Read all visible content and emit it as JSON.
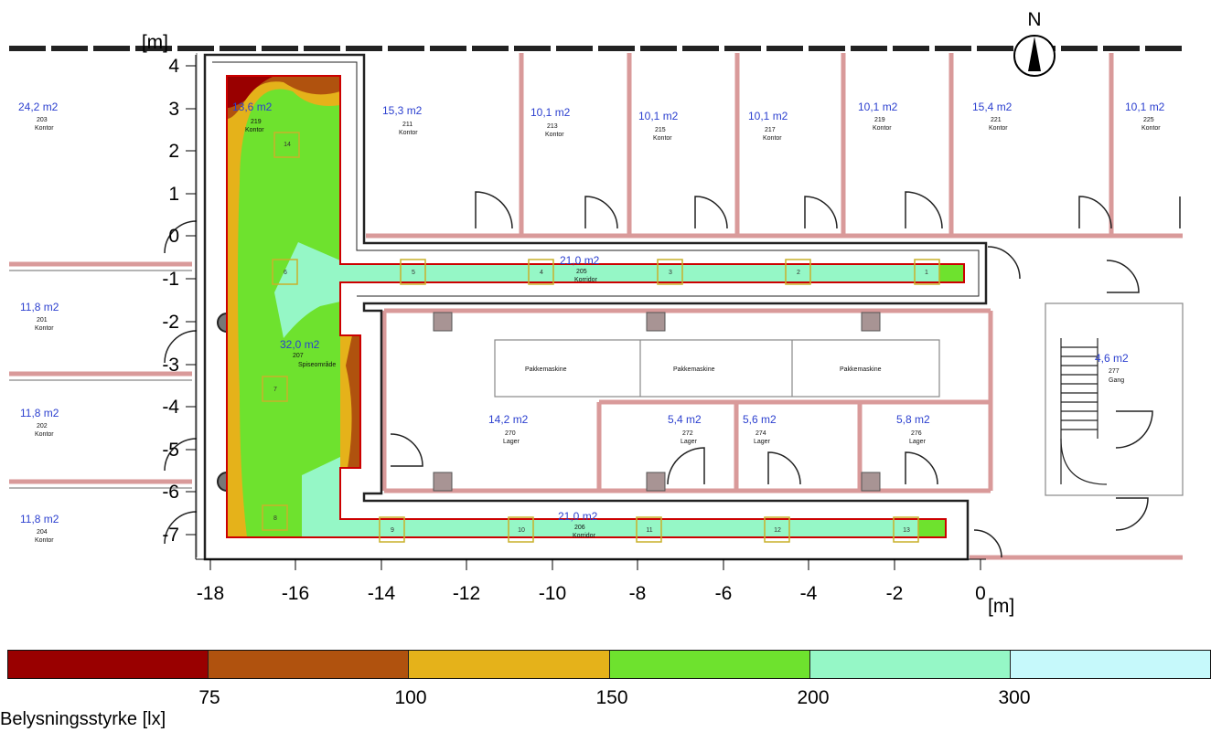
{
  "compass": {
    "label": "N"
  },
  "axes": {
    "y_unit": "[m]",
    "x_unit": "[m]",
    "y_ticks": [
      "4",
      "3",
      "2",
      "1",
      "0",
      "-1",
      "-2",
      "-3",
      "-4",
      "-5",
      "-6",
      "-7"
    ],
    "x_ticks": [
      "-18",
      "-16",
      "-14",
      "-12",
      "-10",
      "-8",
      "-6",
      "-4",
      "-2",
      "0"
    ]
  },
  "rooms": [
    {
      "area": "24,2 m2",
      "no": "203",
      "name": "Kontor"
    },
    {
      "area": "13,6 m2",
      "no": "219",
      "name": "Kontor"
    },
    {
      "area": "15,3 m2",
      "no": "211",
      "name": "Kontor"
    },
    {
      "area": "10,1 m2",
      "no": "213",
      "name": "Kontor"
    },
    {
      "area": "10,1 m2",
      "no": "215",
      "name": "Kontor"
    },
    {
      "area": "10,1 m2",
      "no": "217",
      "name": "Kontor"
    },
    {
      "area": "10,1 m2",
      "no": "219",
      "name": "Kontor"
    },
    {
      "area": "15,4 m2",
      "no": "221",
      "name": "Kontor"
    },
    {
      "area": "10,1 m2",
      "no": "225",
      "name": "Kontor"
    },
    {
      "area": "11,8 m2",
      "no": "201",
      "name": "Kontor"
    },
    {
      "area": "11,8 m2",
      "no": "202",
      "name": "Kontor"
    },
    {
      "area": "11,8 m2",
      "no": "204",
      "name": "Kontor"
    },
    {
      "area": "14,2 m2",
      "no": "270",
      "name": "Lager"
    },
    {
      "area": "5,4 m2",
      "no": "272",
      "name": "Lager"
    },
    {
      "area": "5,6 m2",
      "no": "274",
      "name": "Lager"
    },
    {
      "area": "5,8 m2",
      "no": "276",
      "name": "Lager"
    },
    {
      "area": "32,0 m2",
      "no": "207",
      "name": "Spiseområde"
    },
    {
      "area": "21,0 m2",
      "no": "205",
      "name": "Korridor"
    },
    {
      "area": "21,0 m2",
      "no": "206",
      "name": "Korridor"
    },
    {
      "area": "4,6 m2",
      "no": "277",
      "name": "Gang"
    }
  ],
  "cabinets": [
    "Pakkemaskine",
    "Pakkemaskine",
    "Pakkemaskine"
  ],
  "calc_points": [
    "1",
    "2",
    "3",
    "4",
    "5",
    "6",
    "7",
    "8",
    "9",
    "10",
    "11",
    "12",
    "13",
    "14"
  ],
  "legend": {
    "title": "Belysningsstyrke [lx]",
    "ticks": [
      "75",
      "100",
      "150",
      "200",
      "300"
    ],
    "colors": [
      "#990000",
      "#b0520e",
      "#e5b21a",
      "#6ee22e",
      "#95f7c6",
      "#c6f9fb"
    ]
  }
}
